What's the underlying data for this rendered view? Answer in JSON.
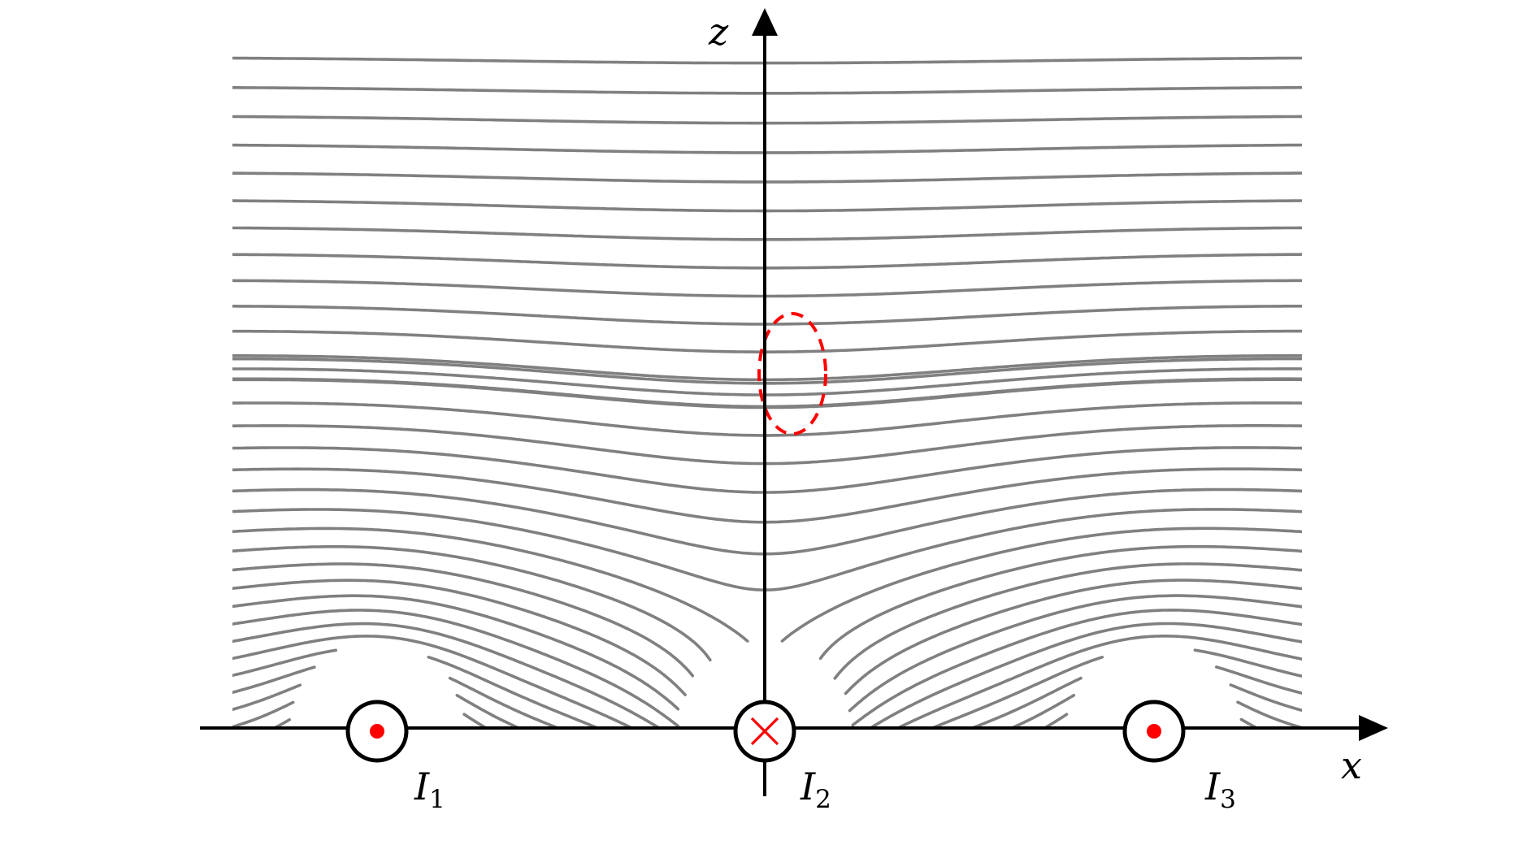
{
  "figure": {
    "axis_x_label": "x",
    "axis_z_label": "z",
    "currents": [
      {
        "name": "I",
        "index": "1",
        "direction": "out-of-page-dot"
      },
      {
        "name": "I",
        "index": "2",
        "direction": "into-page-cross"
      },
      {
        "name": "I",
        "index": "3",
        "direction": "out-of-page-dot"
      }
    ],
    "colors": {
      "field_lines": "#808080",
      "axes": "#000000",
      "marker": "#ff0000",
      "dashed_loop": "#ff0000"
    },
    "icons": {
      "current_out": "circle-dot-icon",
      "current_in": "circle-cross-icon"
    }
  }
}
